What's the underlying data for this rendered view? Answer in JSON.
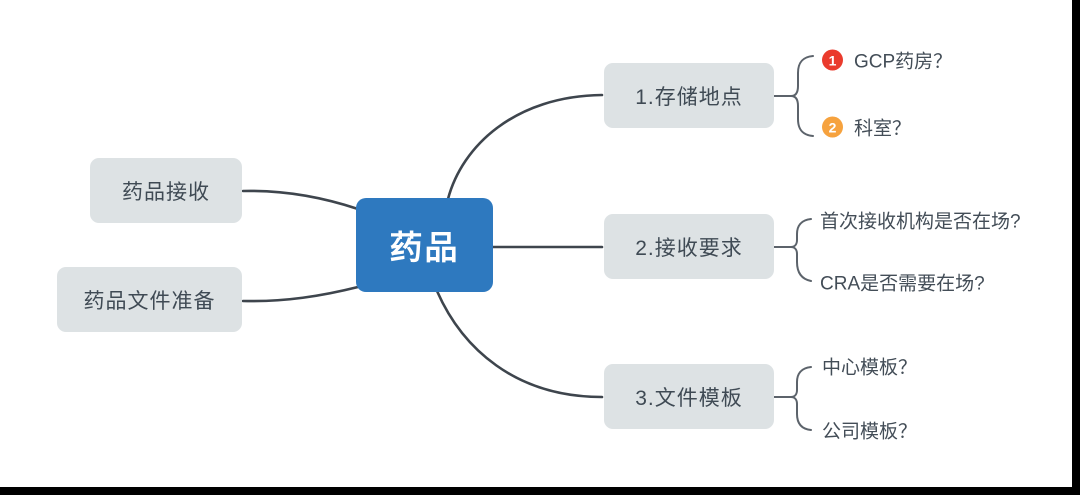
{
  "diagram": {
    "type": "mindmap",
    "root": {
      "label": "药品"
    },
    "left_nodes": [
      {
        "label": "药品接收"
      },
      {
        "label": "药品文件准备"
      }
    ],
    "right_branches": [
      {
        "label": "1.存储地点",
        "children": [
          {
            "badge": "1",
            "badge_color": "#ea3b2d",
            "label": "GCP药房？"
          },
          {
            "badge": "2",
            "badge_color": "#f6a23e",
            "label": "科室？"
          }
        ]
      },
      {
        "label": "2.接收要求",
        "children": [
          {
            "label": "首次接收机构是否在场?"
          },
          {
            "label": "CRA是否需要在场?"
          }
        ]
      },
      {
        "label": "3.文件模板",
        "children": [
          {
            "label": "中心模板？"
          },
          {
            "label": "公司模板？"
          }
        ]
      }
    ],
    "colors": {
      "root_fill": "#2e79bf",
      "node_fill": "#dde2e4",
      "node_text": "#3f4a54",
      "connector": "#3e454d",
      "badge_red": "#ea3b2d",
      "badge_orange": "#f6a23e"
    }
  }
}
